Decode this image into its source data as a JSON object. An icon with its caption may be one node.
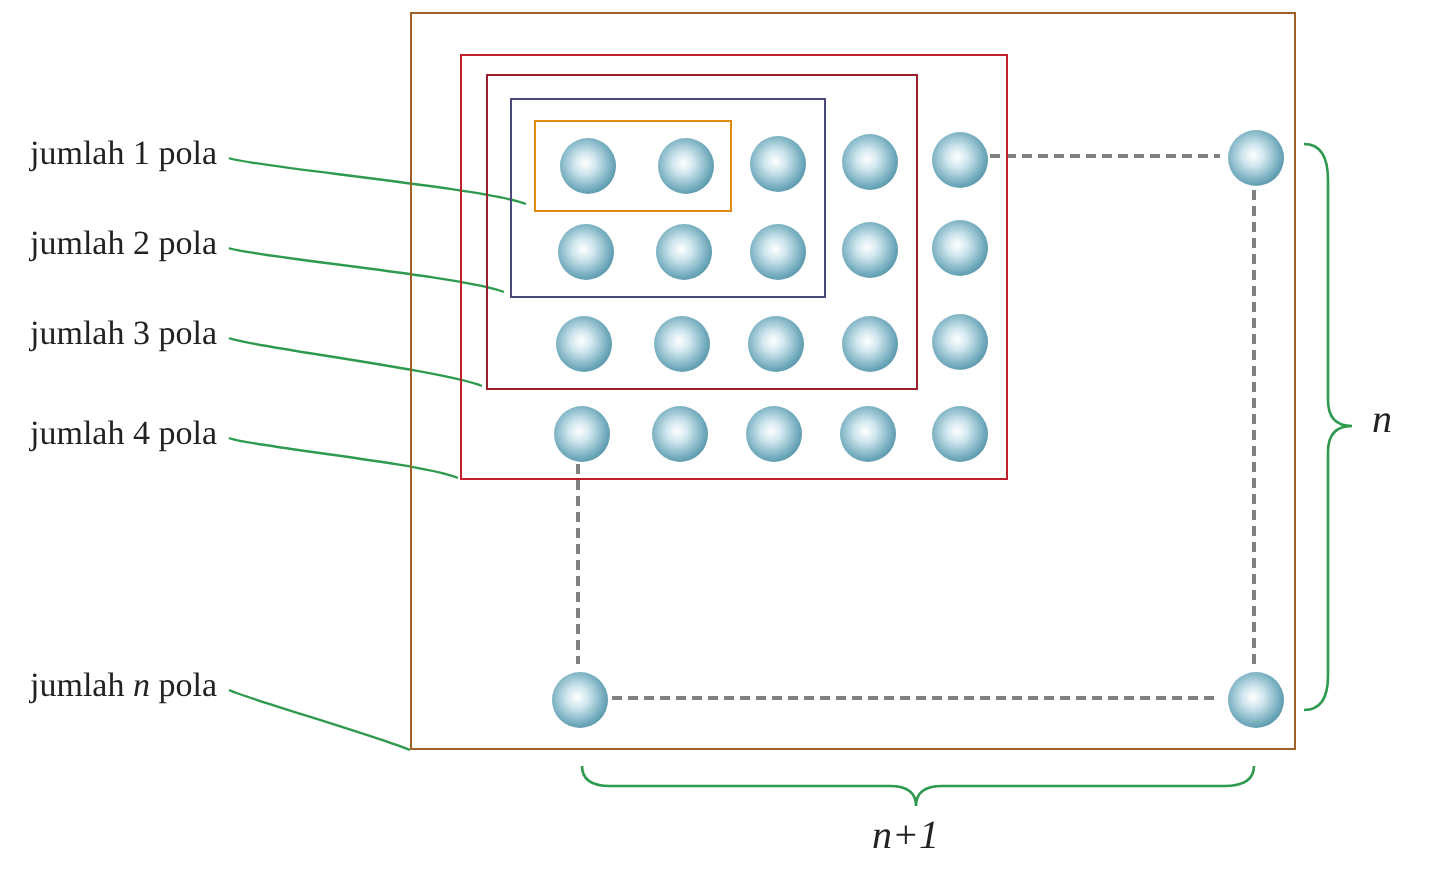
{
  "diagram": {
    "nodes": [
      {
        "text": [],
        "shape": "box"
      },
      {
        "text": [],
        "shape": "box",
        "in": 0
      },
      {
        "text": [],
        "shape": "box",
        "in": 1
      },
      {
        "text": [],
        "shape": "box",
        "in": 2
      },
      {
        "text": [],
        "shape": "box",
        "in": 3
      },
      {
        "text": [],
        "shape": "circle",
        "in": 4
      },
      {
        "text": [],
        "shape": "circle",
        "in": 4
      },
      {
        "text": [],
        "shape": "circle",
        "in": 3
      },
      {
        "text": [],
        "shape": "circle",
        "in": 2
      },
      {
        "text": [],
        "shape": "circle",
        "in": 1
      },
      {
        "text": [],
        "shape": "circle",
        "in": 3
      },
      {
        "text": [],
        "shape": "circle",
        "in": 3
      },
      {
        "text": [],
        "shape": "circle",
        "in": 3
      },
      {
        "text": [],
        "shape": "circle",
        "in": 2
      },
      {
        "text": [],
        "shape": "circle",
        "in": 1
      },
      {
        "text": [],
        "shape": "circle",
        "in": 2
      },
      {
        "text": [],
        "shape": "circle",
        "in": 2
      },
      {
        "text": [],
        "shape": "circle",
        "in": 2
      },
      {
        "text": [],
        "shape": "circle",
        "in": 2
      },
      {
        "text": [],
        "shape": "circle",
        "in": 1
      },
      {
        "text": [],
        "shape": "circle",
        "in": 1
      },
      {
        "text": [],
        "shape": "circle",
        "in": 1
      },
      {
        "text": [],
        "shape": "circle",
        "in": 1
      },
      {
        "text": [],
        "shape": "circle",
        "in": 1
      },
      {
        "text": [],
        "shape": "circle",
        "in": 1
      },
      {
        "text": [],
        "shape": "circle",
        "in": 0
      },
      {
        "text": [],
        "shape": "circle",
        "in": 0
      },
      {
        "text": [],
        "shape": "circle",
        "in": 0
      },
      {
        "text": [
          "jumlah 1 pola"
        ]
      },
      {
        "text": [
          "jumlah 2 pola"
        ]
      },
      {
        "text": [
          "jumlah 3 pola"
        ]
      },
      {
        "text": [
          "jumlah 4 pola"
        ]
      },
      {
        "text": [
          "jumlah *n* pola"
        ]
      }
    ],
    "edges": [
      {
        "from": 28,
        "to": 4,
        "arrow": "none"
      },
      {
        "from": 29,
        "to": 3,
        "arrow": "none"
      },
      {
        "from": 30,
        "to": 2,
        "arrow": "none"
      },
      {
        "from": 31,
        "to": 1,
        "arrow": "none"
      },
      {
        "from": 32,
        "to": 0,
        "arrow": "none"
      },
      {
        "from": 9,
        "to": 25,
        "arrow": "none",
        "style": "dashed",
        "color": "#808080"
      },
      {
        "from": 25,
        "to": 27,
        "arrow": "none",
        "style": "dashed",
        "color": "#808080"
      },
      {
        "from": 20,
        "to": 26,
        "arrow": "none",
        "style": "dashed",
        "color": "#808080"
      },
      {
        "from": 26,
        "to": 27,
        "arrow": "none",
        "style": "dashed",
        "color": "#808080"
      }
    ],
    "labels": [
      "n",
      "n+1"
    ]
  }
}
